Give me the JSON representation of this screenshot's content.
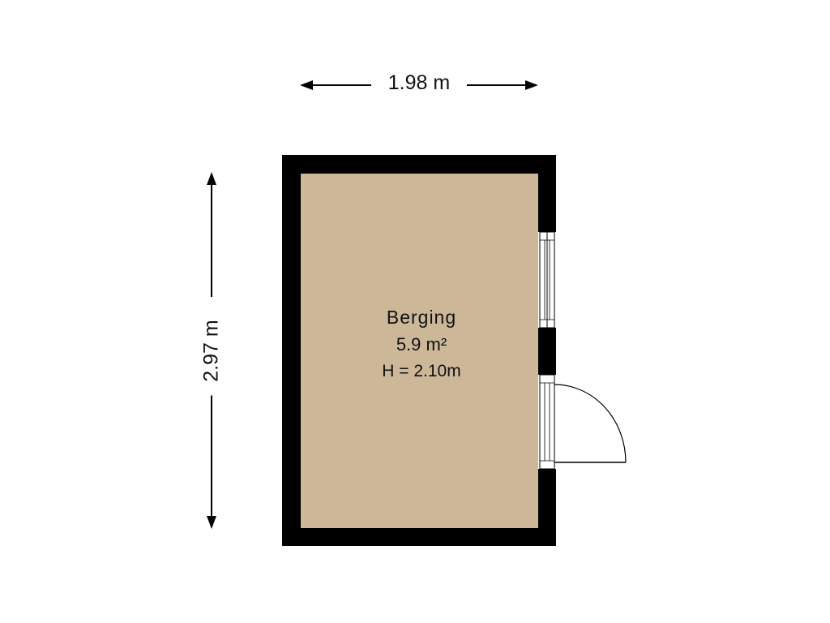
{
  "room": {
    "name": "Berging",
    "area": "5.9 m²",
    "height": "H = 2.10m"
  },
  "dimensions": {
    "width": "1.98 m",
    "length": "2.97 m"
  },
  "colors": {
    "floor": "#cdb799",
    "wall": "#000000",
    "background": "#ffffff"
  }
}
